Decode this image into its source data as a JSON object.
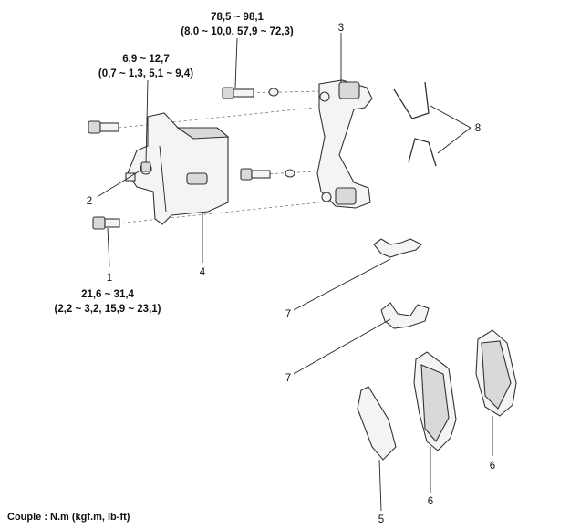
{
  "torque_specs": {
    "bracket_bolt_top": "78,5 ~ 98,1",
    "bracket_bolt_bottom": "(8,0 ~ 10,0, 57,9 ~ 72,3)",
    "bleeder_top": "6,9 ~ 12,7",
    "bleeder_bottom": "(0,7 ~ 1,3, 5,1 ~ 9,4)",
    "guide_bolt_top": "21,6 ~ 31,4",
    "guide_bolt_bottom": "(2,2 ~ 3,2, 15,9 ~ 23,1)"
  },
  "callouts": {
    "c1": "1",
    "c2": "2",
    "c3": "3",
    "c4": "4",
    "c5": "5",
    "c6a": "6",
    "c6b": "6",
    "c7a": "7",
    "c7b": "7",
    "c8": "8"
  },
  "legend": "Couple : N.m (kgf.m, lb-ft)"
}
